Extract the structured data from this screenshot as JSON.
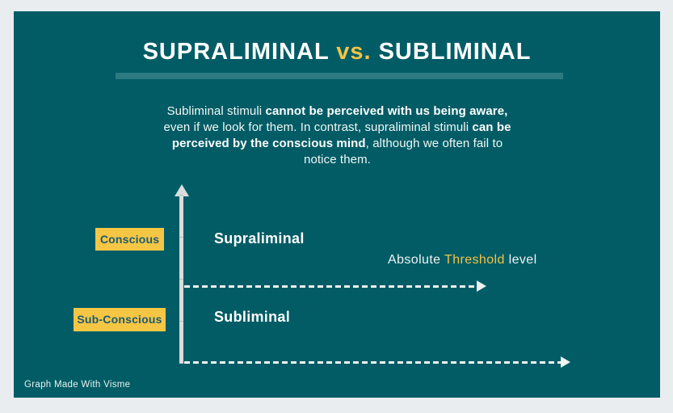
{
  "colors": {
    "page_background": "#e9edf0",
    "panel_background": "#015c66",
    "accent_yellow": "#f2c444",
    "tag_yellow": "#f5c644",
    "tag_text": "#1e5a70",
    "divider_teal": "#2d7a81",
    "axis_arrow_gray": "#d9dddd",
    "dash_white": "#eef2f1",
    "body_text": "#f2f7f4"
  },
  "title": {
    "word1": "SUPRALIMINAL",
    "vs": "vs.",
    "word2": "SUBLIMINAL"
  },
  "intro": {
    "segments": [
      {
        "text": "Subliminal stimuli ",
        "bold": false
      },
      {
        "text": "cannot be perceived with us being aware,",
        "bold": true
      },
      {
        "text": " even if we look for them. In contrast, supraliminal stimuli ",
        "bold": false
      },
      {
        "text": "can be perceived by the conscious mind",
        "bold": true
      },
      {
        "text": ", although we often fail to notice them.",
        "bold": false
      }
    ]
  },
  "diagram": {
    "axis_tags": {
      "conscious": "Conscious",
      "sub_conscious": "Sub-Conscious"
    },
    "zone_labels": {
      "upper": "Supraliminal",
      "lower": "Subliminal"
    },
    "threshold_label": {
      "prefix": "Absolute ",
      "accent": "Threshold",
      "suffix": " level"
    }
  },
  "footer": {
    "credit": "Graph Made With Visme"
  }
}
